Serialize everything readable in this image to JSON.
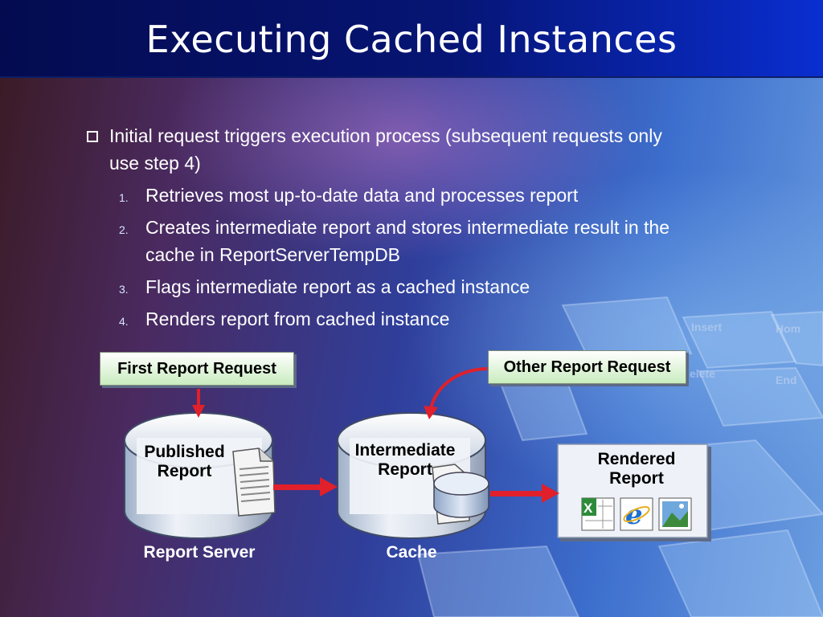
{
  "slide": {
    "title": "Executing Cached Instances",
    "bullet": "Initial request triggers execution process (subsequent requests only use step 4)",
    "steps": [
      {
        "num": "1.",
        "text": "Retrieves most up-to-date data and processes report"
      },
      {
        "num": "2.",
        "text": "Creates intermediate report and stores intermediate result in the cache in ReportServerTempDB"
      },
      {
        "num": "3.",
        "text": "Flags intermediate report as a cached instance"
      },
      {
        "num": "4.",
        "text": "Renders report from cached instance"
      }
    ]
  },
  "diagram": {
    "first_request": "First Report Request",
    "other_request": "Other Report Request",
    "published_report": "Published Report",
    "intermediate_report": "Intermediate Report",
    "rendered_report": "Rendered Report",
    "report_server": "Report Server",
    "cache": "Cache",
    "render_formats": [
      "excel-icon",
      "internet-explorer-icon",
      "image-icon"
    ]
  },
  "colors": {
    "arrow": "#e0202a",
    "request_box": "#c9ecbf",
    "title_bar": "#061575"
  }
}
